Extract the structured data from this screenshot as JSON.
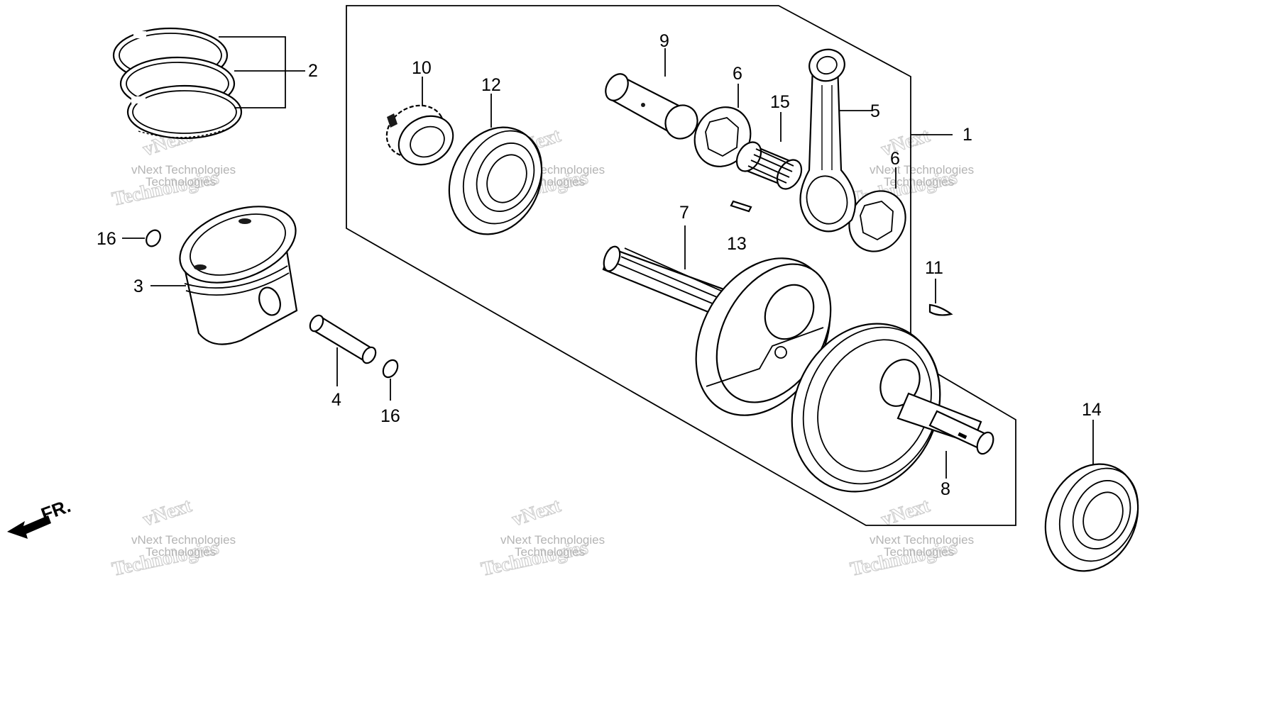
{
  "callouts": [
    {
      "id": "1",
      "text": "1"
    },
    {
      "id": "2",
      "text": "2"
    },
    {
      "id": "3",
      "text": "3"
    },
    {
      "id": "4",
      "text": "4"
    },
    {
      "id": "5",
      "text": "5"
    },
    {
      "id": "6a",
      "text": "6"
    },
    {
      "id": "6b",
      "text": "6"
    },
    {
      "id": "7",
      "text": "7"
    },
    {
      "id": "8",
      "text": "8"
    },
    {
      "id": "9",
      "text": "9"
    },
    {
      "id": "10",
      "text": "10"
    },
    {
      "id": "11",
      "text": "11"
    },
    {
      "id": "12",
      "text": "12"
    },
    {
      "id": "13",
      "text": "13"
    },
    {
      "id": "14",
      "text": "14"
    },
    {
      "id": "15",
      "text": "15"
    },
    {
      "id": "16a",
      "text": "16"
    },
    {
      "id": "16b",
      "text": "16"
    }
  ],
  "direction_marker": {
    "text": "FR."
  },
  "watermark": {
    "line1": "vNext Technologies",
    "line2": "vNext",
    "line3": "Technologies"
  }
}
